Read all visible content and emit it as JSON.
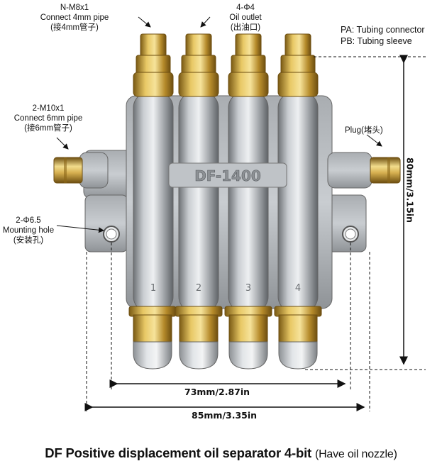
{
  "labels": {
    "inlet_pipe": [
      "N-M8x1",
      "Connect 4mm pipe",
      "(接4mm管子)"
    ],
    "outlet": [
      "4-Φ4",
      "Oil outlet",
      "(出油口)"
    ],
    "legend": [
      "PA: Tubing connector",
      "PB: Tubing sleeve"
    ],
    "side_pipe": [
      "2-M10x1",
      "Connect 6mm pipe",
      "(接6mm管子)"
    ],
    "plug": "Plug(堵头)",
    "mount": [
      "2-Φ6.5",
      "Mounting hole",
      "(安装孔)"
    ]
  },
  "body_marking": "DF-1400",
  "port_numbers": [
    "1",
    "2",
    "3",
    "4"
  ],
  "dimensions": {
    "height": "80mm/3.15in",
    "hole_spacing": "73mm/2.87in",
    "width": "85mm/3.35in"
  },
  "caption": {
    "main": "DF Positive displacement oil separator 4-bit",
    "paren": "(Have oil nozzle)"
  },
  "colors": {
    "brass": "#c9a23a",
    "aluminum": "#b8bcc0",
    "dome": "#cfd2d5"
  }
}
